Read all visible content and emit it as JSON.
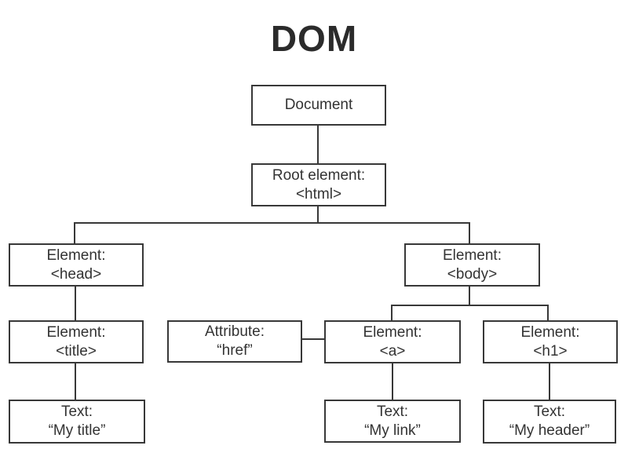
{
  "title": "DOM",
  "colors": {
    "line": "#383838",
    "text": "#333333",
    "background": "#ffffff"
  },
  "nodes": {
    "document": {
      "line1": "Document"
    },
    "root": {
      "line1": "Root element:",
      "line2": "<html>"
    },
    "head": {
      "line1": "Element:",
      "line2": "<head>"
    },
    "title_el": {
      "line1": "Element:",
      "line2": "<title>"
    },
    "my_title": {
      "line1": "Text:",
      "line2": "“My title”"
    },
    "attr_href": {
      "line1": "Attribute:",
      "line2": "“href”"
    },
    "body_el": {
      "line1": "Element:",
      "line2": "<body>"
    },
    "a_el": {
      "line1": "Element:",
      "line2": "<a>"
    },
    "h1_el": {
      "line1": "Element:",
      "line2": "<h1>"
    },
    "my_link": {
      "line1": "Text:",
      "line2": "“My link”"
    },
    "my_header": {
      "line1": "Text:",
      "line2": "“My header”"
    }
  }
}
